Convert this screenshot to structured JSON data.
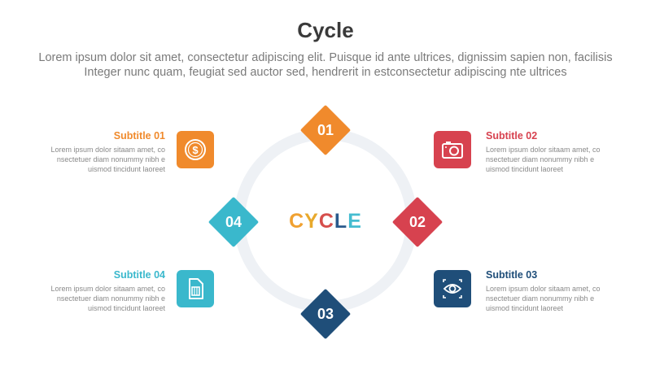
{
  "title": "Cycle",
  "description": {
    "line1": "Lorem ipsum dolor sit amet, consectetur adipiscing elit. Puisque id ante ultrices, dignissim sapien non, facilisis",
    "line2": "Integer nunc quam, feugiat sed auctor sed, hendrerit in estconsectetur adipiscing nte ultrices"
  },
  "center_text": [
    "C",
    "Y",
    "C",
    "L",
    "E"
  ],
  "center_colors": [
    "#f0a131",
    "#e8a92c",
    "#d64f4c",
    "#2a5a8c",
    "#45bcd0"
  ],
  "steps": [
    {
      "number": "01",
      "color": "#f08a2c"
    },
    {
      "number": "02",
      "color": "#d7424f"
    },
    {
      "number": "03",
      "color": "#1f4e79"
    },
    {
      "number": "04",
      "color": "#3ab8cc"
    }
  ],
  "items": [
    {
      "subtitle": "Subtitle 01",
      "color": "#f08a2c",
      "icon": "dollar-coin-icon",
      "body": [
        "Lorem ipsum dolor sitaam amet, co",
        "nsectetuer diam nonummy  nibh e",
        "uismod tincidunt laoreet"
      ]
    },
    {
      "subtitle": "Subtitle 02",
      "color": "#d7424f",
      "icon": "camera-icon",
      "body": [
        "Lorem ipsum dolor sitaam amet, co",
        "nsectetuer diam nonummy  nibh e",
        "uismod tincidunt laoreet"
      ]
    },
    {
      "subtitle": "Subtitle 03",
      "color": "#1f4e79",
      "icon": "eye-icon",
      "body": [
        "Lorem ipsum dolor sitaam amet, co",
        "nsectetuer diam nonummy  nibh e",
        "uismod tincidunt laoreet"
      ]
    },
    {
      "subtitle": "Subtitle 04",
      "color": "#3ab8cc",
      "icon": "sim-card-icon",
      "body": [
        "Lorem ipsum dolor sitaam amet, co",
        "nsectetuer diam nonummy  nibh e",
        "uismod tincidunt laoreet"
      ]
    }
  ]
}
